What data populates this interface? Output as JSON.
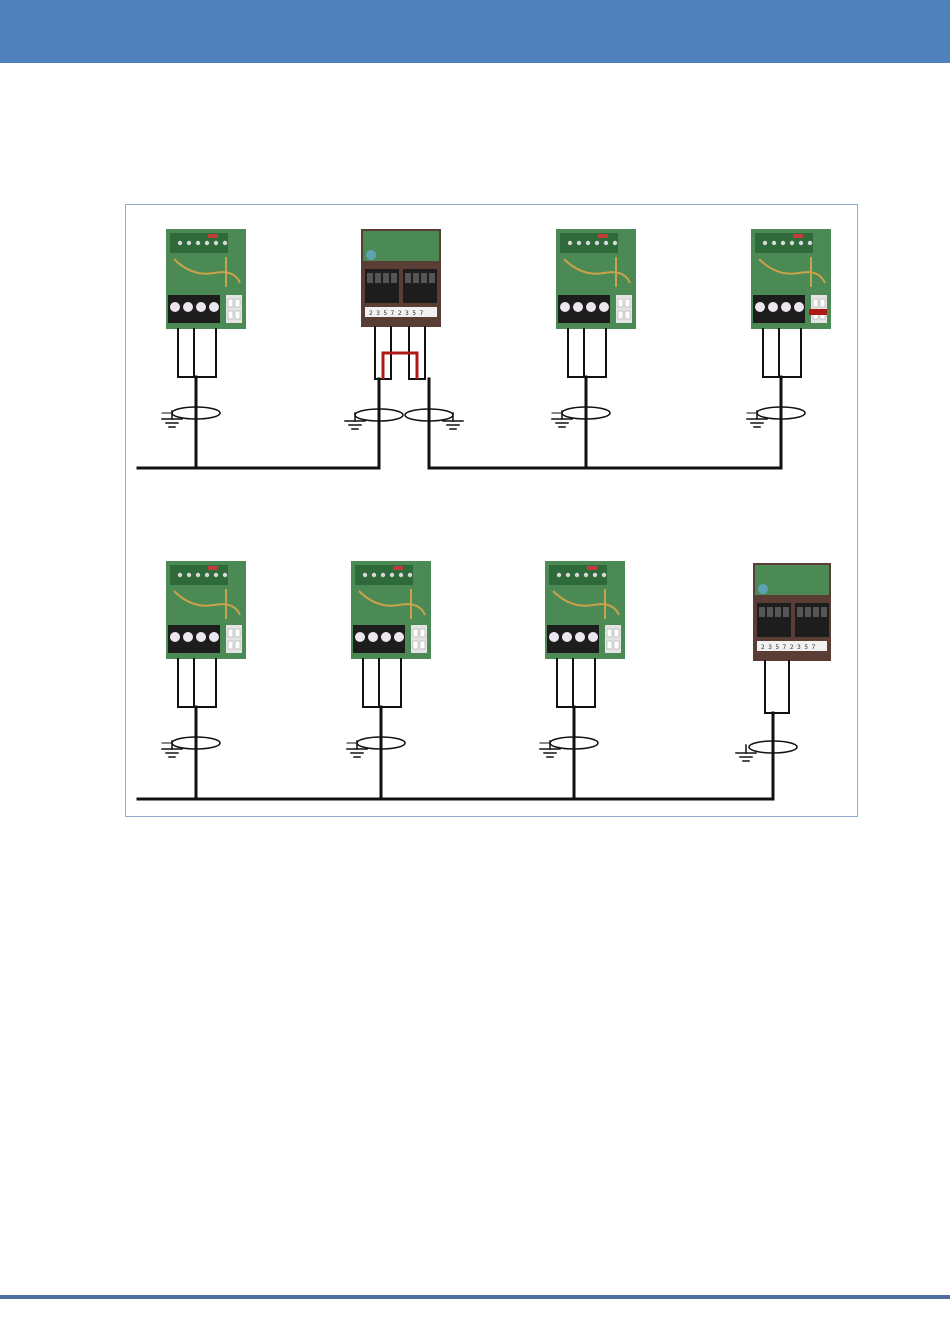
{
  "page": {
    "header_color": "#4f81bd",
    "footer_color": "#4f6e9c",
    "frame_border_color": "#8fa9cf"
  },
  "colors": {
    "pcb_green": "#4b8a55",
    "pcb_dark": "#2f6a3b",
    "pcb_trace": "#c9a24a",
    "terminal_black": "#1d1d1d",
    "gray_module": "#5a3e36",
    "wire": "#111111",
    "jumper": "#b01818",
    "terminator": "#b01818"
  },
  "modules": [
    {
      "type": "terminal",
      "terminator": false
    },
    {
      "type": "connector",
      "label": "2 3 5 7   2 3 5 7",
      "jumper": true
    },
    {
      "type": "terminal",
      "terminator": false
    },
    {
      "type": "terminal",
      "terminator": true
    },
    {
      "type": "terminal",
      "terminator": false
    },
    {
      "type": "terminal",
      "terminator": false
    },
    {
      "type": "terminal",
      "terminator": false
    },
    {
      "type": "connector",
      "label": "2 3 5 7   2 3 5 7",
      "jumper": false
    }
  ],
  "icons": {
    "ground": "ground-icon",
    "shield": "cable-shield-icon",
    "recycle": "recycle-icon"
  }
}
